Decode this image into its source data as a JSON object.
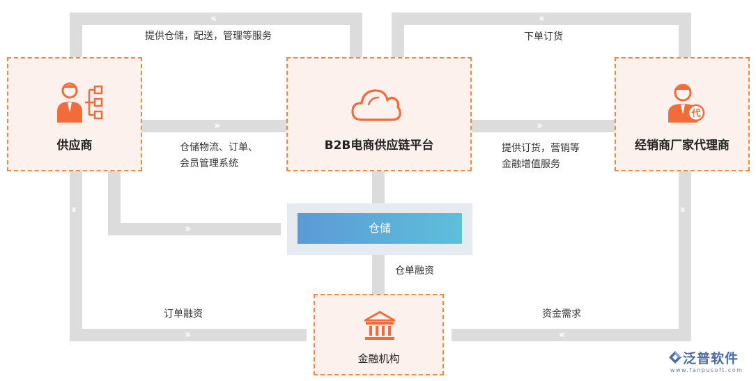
{
  "nodes": {
    "supplier": "供应商",
    "platform": "B2B电商供应链平台",
    "distributor": "经销商厂家代理商",
    "warehouse": "仓储",
    "finance": "金融机构"
  },
  "edges": {
    "top_left": "提供仓储，配送，管理等服务",
    "top_right": "下单订货",
    "supplier_platform_line1": "仓储物流、订单、",
    "supplier_platform_line2": "会员管理系统",
    "platform_distributor_line1": "提供订货，营销等",
    "platform_distributor_line2": "金融增值服务",
    "warehouse_finance": "仓单融资",
    "order_finance": "订单融资",
    "capital_demand": "资金需求"
  },
  "brand": {
    "name": "泛普软件",
    "url": "www.fanpusoft.com"
  },
  "colors": {
    "accent": "#f0883e",
    "icon": "#f26b3a",
    "band": "#dcdcdc",
    "box_fill": "#fdf1ee",
    "warehouse_start": "#5b9ad6",
    "warehouse_end": "#5ebfda",
    "brand": "#4a6aa8"
  },
  "icons": {
    "supplier": "person-org-chart-icon",
    "platform": "cloud-icon",
    "distributor": "agent-person-icon",
    "finance": "bank-building-icon",
    "brand": "fanpu-logo-icon"
  }
}
